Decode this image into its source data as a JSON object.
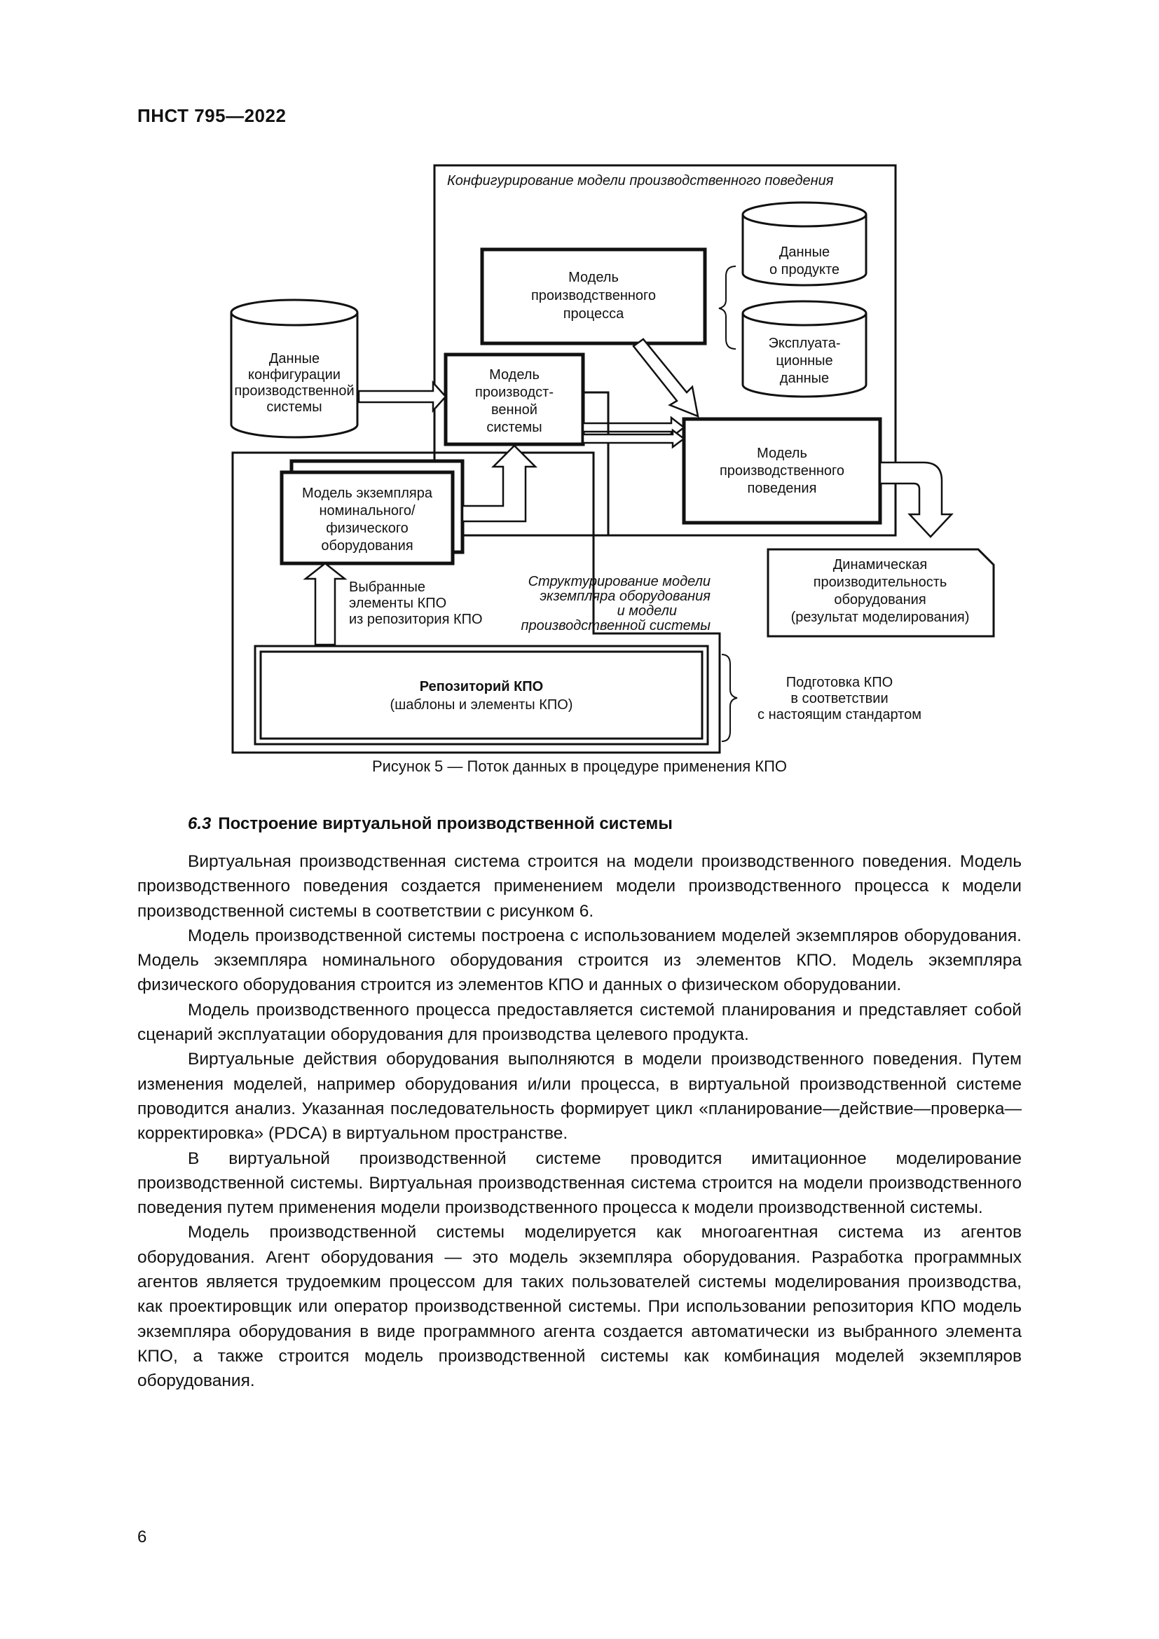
{
  "header": {
    "doc_id": "ПНСТ 795—2022"
  },
  "figure": {
    "outer_frame_label": "Конфигурирование модели производственного поведения",
    "process_model": [
      "Модель",
      "производственного",
      "процесса"
    ],
    "product_data": [
      "Данные",
      "о продукте"
    ],
    "operational_data": [
      "Эксплуата-",
      "ционные",
      "данные"
    ],
    "config_data": [
      "Данные",
      "конфигурации",
      "производственной",
      "системы"
    ],
    "system_model": [
      "Модель",
      "производст-",
      "венной",
      "системы"
    ],
    "behavior_model": [
      "Модель",
      "производственного",
      "поведения"
    ],
    "instance_model": [
      "Модель экземпляра",
      "номинального/",
      "физического",
      "оборудования"
    ],
    "selected_elements": [
      "Выбранные",
      "элементы КПО",
      "из репозитория КПО"
    ],
    "structuring_label": [
      "Структурирование модели",
      "экземпляра оборудования",
      "и модели",
      "производственной системы"
    ],
    "dynamic_output": [
      "Динамическая",
      "производительность",
      "оборудования",
      "(результат моделирования)"
    ],
    "repository_title": "Репозиторий КПО",
    "repository_subtitle": "(шаблоны и элементы КПО)",
    "preparation_label": [
      "Подготовка КПО",
      "в соответствии",
      "с настоящим стандартом"
    ]
  },
  "caption": "Рисунок 5 — Поток данных в процедуре применения КПО",
  "section": {
    "number": "6.3",
    "title": "Построение виртуальной производственной системы"
  },
  "paragraphs": [
    "Виртуальная производственная система строится на модели производственного поведения. Модель производственного поведения создается применением модели производственного процесса к модели производственной системы в соответствии с рисунком 6.",
    "Модель производственной системы построена с использованием моделей экземпляров оборудования. Модель экземпляра номинального оборудования строится из элементов КПО. Модель экземпляра физического оборудования строится из элементов КПО и данных о физическом оборудовании.",
    "Модель производственного процесса предоставляется системой планирования и представляет собой сценарий эксплуатации оборудования для производства целевого продукта.",
    "Виртуальные действия оборудования выполняются в модели производственного поведения. Путем изменения моделей, например оборудования и/или процесса, в виртуальной производственной системе проводится анализ. Указанная последовательность формирует цикл «планирование—действие—проверка—корректировка» (PDCA) в виртуальном пространстве.",
    "В виртуальной производственной системе проводится имитационное моделирование производственной системы. Виртуальная производственная система строится на модели производственного поведения путем применения модели производственного процесса к модели производственной системы.",
    "Модель производственной системы моделируется как многоагентная система из агентов оборудования. Агент оборудования — это модель экземпляра оборудования. Разработка программных агентов является трудоемким процессом для таких пользователей системы моделирования производства, как проектировщик или оператор производственной системы. При использовании репозитория КПО модель экземпляра оборудования в виде программного агента создается автоматически из выбранного элемента КПО, а также строится модель производственной системы как комбинация моделей экземпляров оборудования."
  ],
  "page_number": "6"
}
